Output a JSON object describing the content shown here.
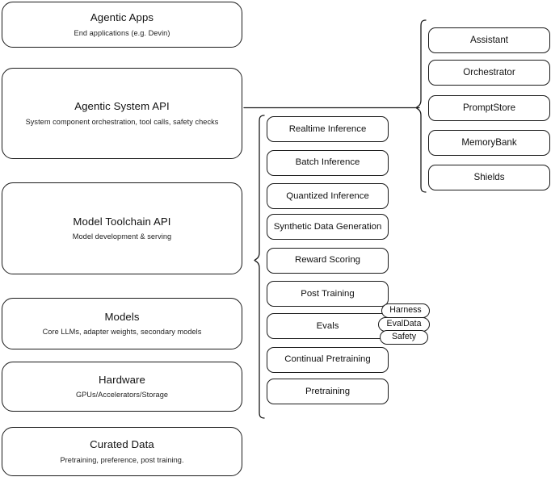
{
  "diagram": {
    "title": "Agentic stack layer diagram",
    "colors": {
      "stroke": "#1a1a1a",
      "background": "#ffffff",
      "text": "#111111"
    }
  },
  "layers": [
    {
      "id": "agentic-apps",
      "title": "Agentic Apps",
      "subtitle": "End applications (e.g. Devin)"
    },
    {
      "id": "agentic-system-api",
      "title": "Agentic System API",
      "subtitle": "System component orchestration, tool calls, safety checks"
    },
    {
      "id": "model-toolchain-api",
      "title": "Model Toolchain API",
      "subtitle": "Model development & serving"
    },
    {
      "id": "models",
      "title": "Models",
      "subtitle": "Core LLMs, adapter weights, secondary models"
    },
    {
      "id": "hardware",
      "title": "Hardware",
      "subtitle": "GPUs/Accelerators/Storage"
    },
    {
      "id": "curated-data",
      "title": "Curated Data",
      "subtitle": "Pretraining, preference, post training."
    }
  ],
  "capabilities": [
    {
      "id": "realtime-inference",
      "label": "Realtime Inference"
    },
    {
      "id": "batch-inference",
      "label": "Batch Inference"
    },
    {
      "id": "quantized-inference",
      "label": "Quantized Inference"
    },
    {
      "id": "synthetic-data-generation",
      "label": "Synthetic Data Generation"
    },
    {
      "id": "reward-scoring",
      "label": "Reward Scoring"
    },
    {
      "id": "post-training",
      "label": "Post Training"
    },
    {
      "id": "evals",
      "label": "Evals"
    },
    {
      "id": "continual-pretraining",
      "label": "Continual Pretraining"
    },
    {
      "id": "pretraining",
      "label": "Pretraining"
    }
  ],
  "eval_pills": [
    {
      "id": "harness",
      "label": "Harness"
    },
    {
      "id": "evaldata",
      "label": "EvalData"
    },
    {
      "id": "safety",
      "label": "Safety"
    }
  ],
  "system_components": [
    {
      "id": "assistant",
      "label": "Assistant"
    },
    {
      "id": "orchestrator",
      "label": "Orchestrator"
    },
    {
      "id": "promptstore",
      "label": "PromptStore"
    },
    {
      "id": "memorybank",
      "label": "MemoryBank"
    },
    {
      "id": "shields",
      "label": "Shields"
    }
  ]
}
